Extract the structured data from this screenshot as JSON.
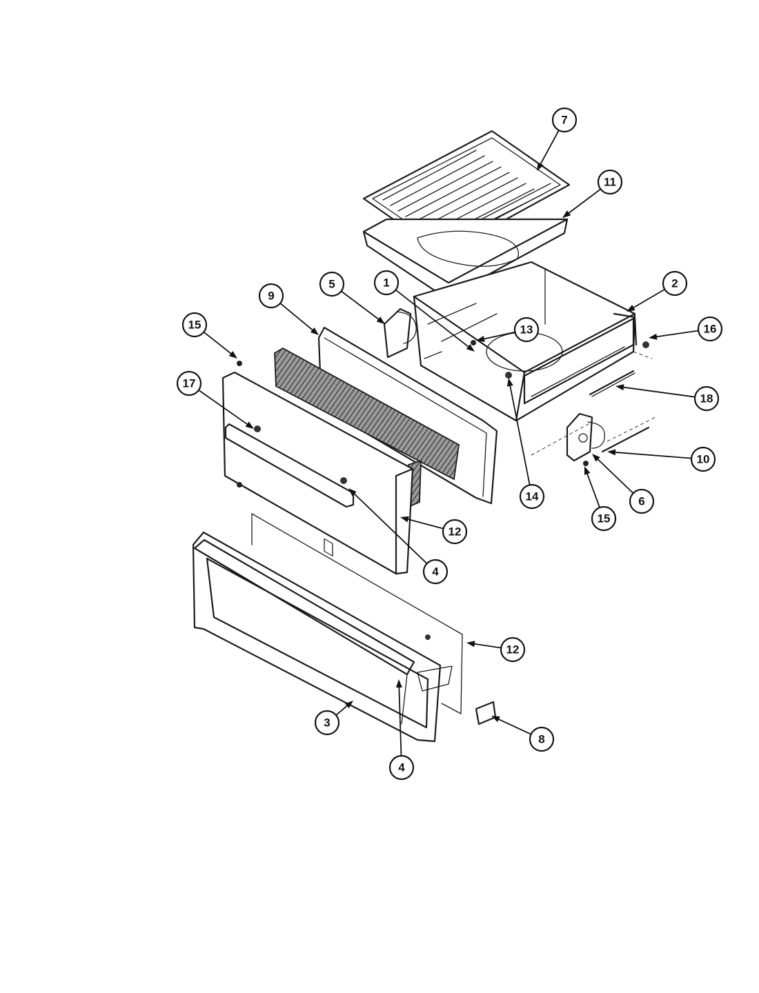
{
  "callouts": [
    {
      "id": "c7",
      "label": "7"
    },
    {
      "id": "c11",
      "label": "11"
    },
    {
      "id": "c2",
      "label": "2"
    },
    {
      "id": "c16",
      "label": "16"
    },
    {
      "id": "c1",
      "label": "1"
    },
    {
      "id": "c5",
      "label": "5"
    },
    {
      "id": "c9",
      "label": "9"
    },
    {
      "id": "c13",
      "label": "13"
    },
    {
      "id": "c15a",
      "label": "15"
    },
    {
      "id": "c17",
      "label": "17"
    },
    {
      "id": "c18",
      "label": "18"
    },
    {
      "id": "c10",
      "label": "10"
    },
    {
      "id": "c14",
      "label": "14"
    },
    {
      "id": "c6",
      "label": "6"
    },
    {
      "id": "c15b",
      "label": "15"
    },
    {
      "id": "c12a",
      "label": "12"
    },
    {
      "id": "c4a",
      "label": "4"
    },
    {
      "id": "c12b",
      "label": "12"
    },
    {
      "id": "c3",
      "label": "3"
    },
    {
      "id": "c8",
      "label": "8"
    },
    {
      "id": "c4b",
      "label": "4"
    }
  ]
}
